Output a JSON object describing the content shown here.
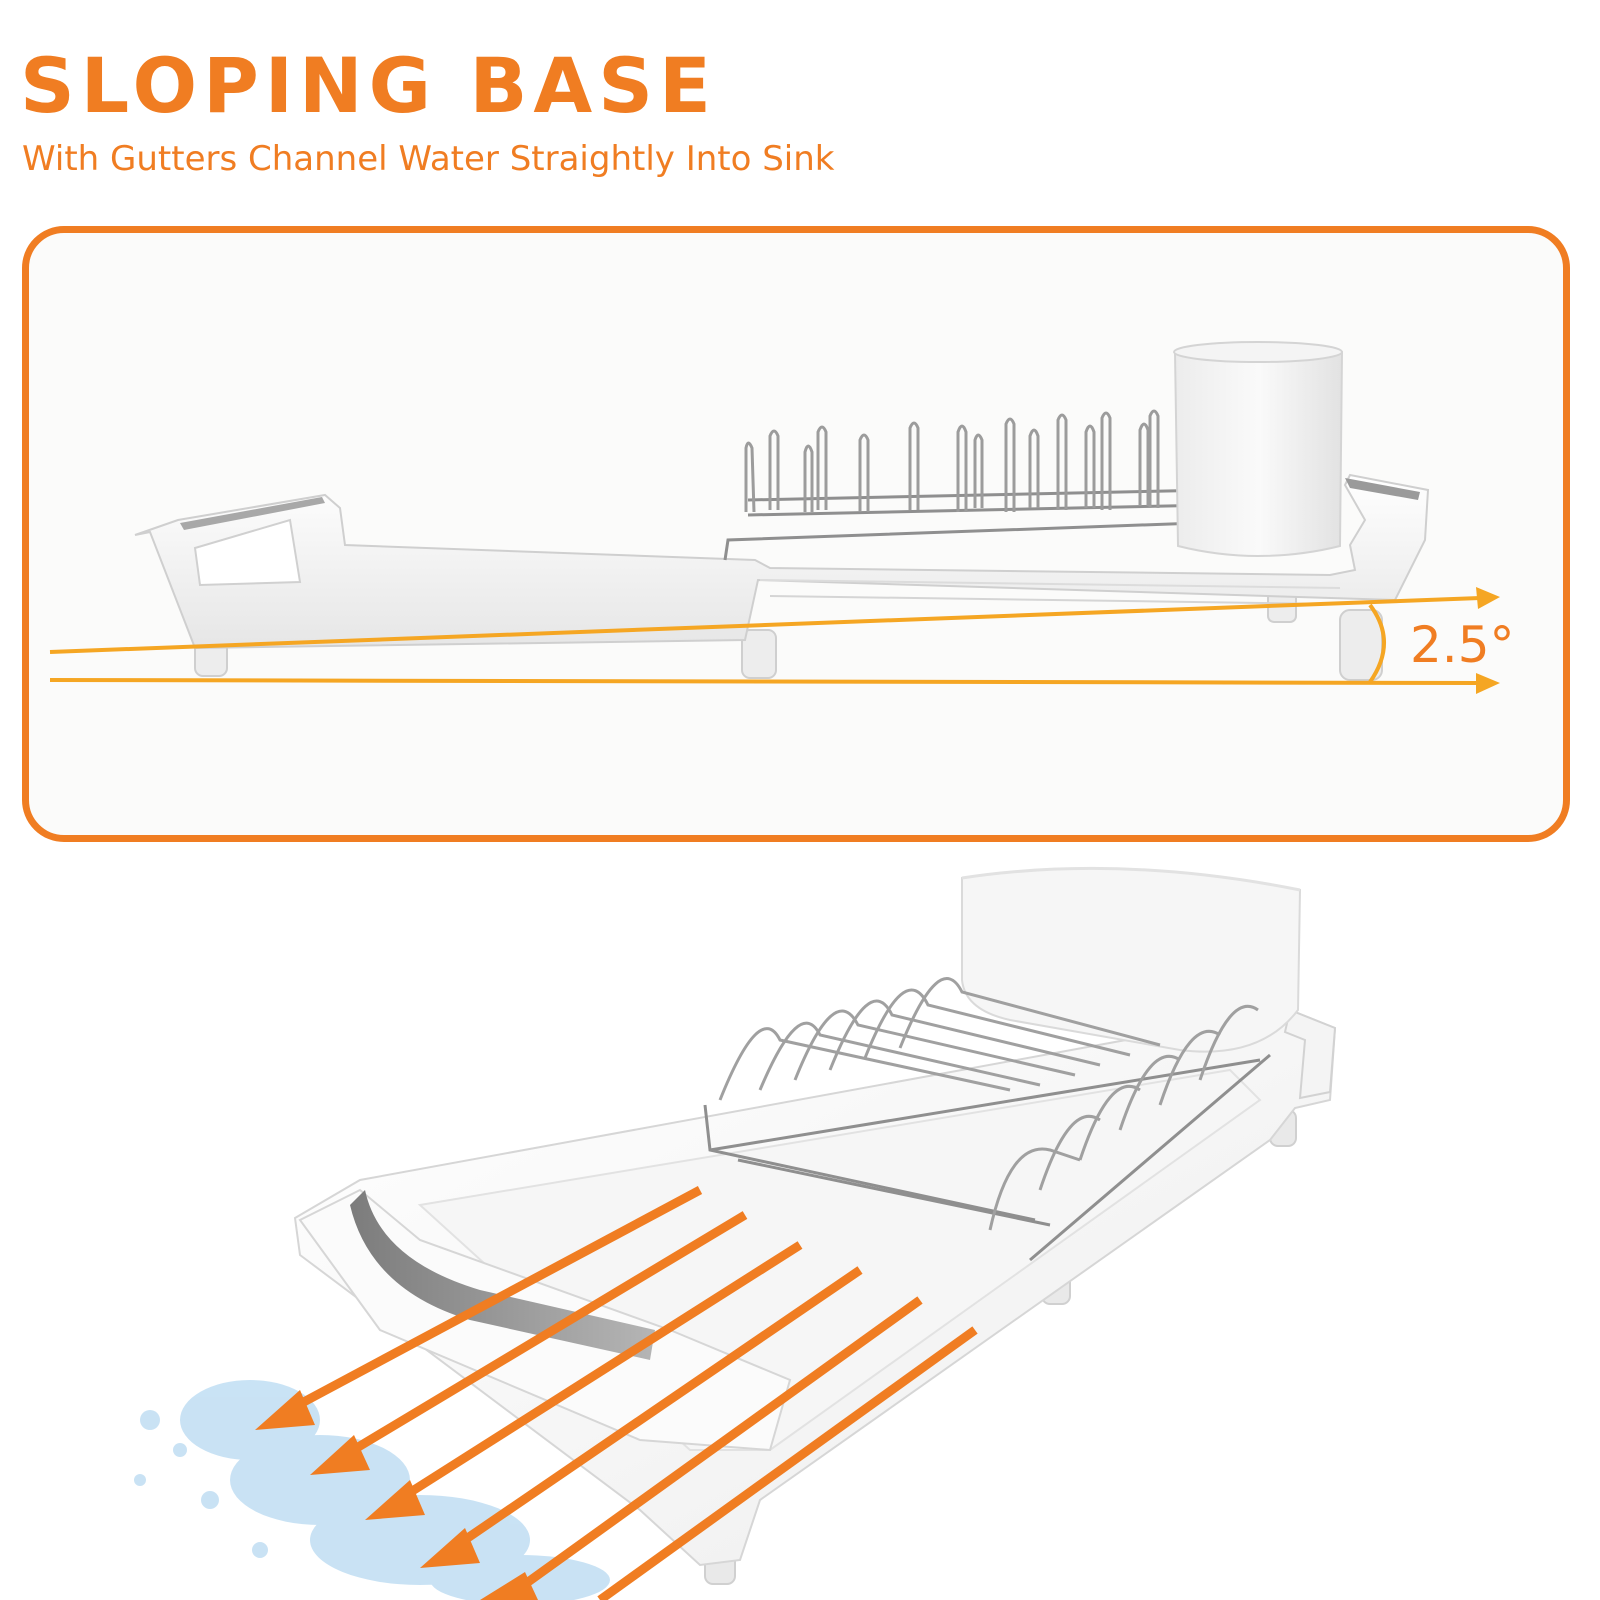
{
  "header": {
    "title": "SLOPING BASE",
    "subtitle": "With Gutters Channel Water Straightly Into Sink"
  },
  "side_view": {
    "angle_label": "2.5°"
  },
  "colors": {
    "accent": "#f07d22",
    "guide_line": "#f5a623",
    "rack_white": "#f3f3f3",
    "rack_shadow": "#d8d8d8",
    "chrome": "#9a9a9a",
    "water": "#bcdcf2"
  },
  "icons": {
    "flow_arrow": "arrow-down-left-icon"
  }
}
